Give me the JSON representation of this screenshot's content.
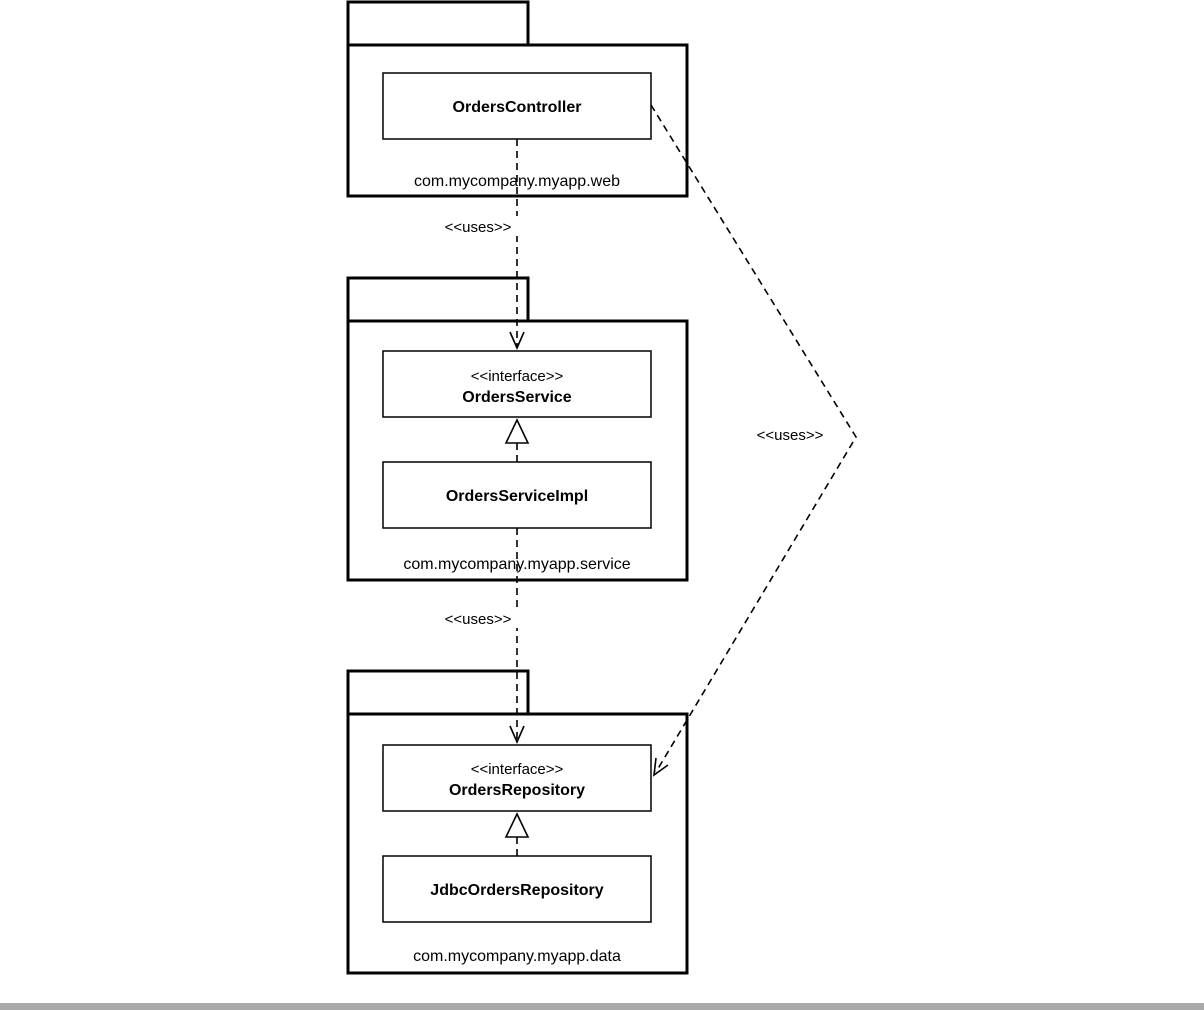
{
  "packages": {
    "web": {
      "name": "com.mycompany.myapp.web"
    },
    "service": {
      "name": "com.mycompany.myapp.service"
    },
    "data": {
      "name": "com.mycompany.myapp.data"
    }
  },
  "classes": {
    "orders_controller": {
      "name": "OrdersController"
    },
    "orders_service": {
      "stereotype": "<<interface>>",
      "name": "OrdersService"
    },
    "orders_service_impl": {
      "name": "OrdersServiceImpl"
    },
    "orders_repository": {
      "stereotype": "<<interface>>",
      "name": "OrdersRepository"
    },
    "jdbc_orders_repository": {
      "name": "JdbcOrdersRepository"
    }
  },
  "dependencies": {
    "web_to_service": {
      "label": "<<uses>>"
    },
    "service_to_data": {
      "label": "<<uses>>"
    },
    "controller_to_repository": {
      "label": "<<uses>>"
    }
  },
  "relations": [
    {
      "type": "uses",
      "from": "OrdersController",
      "to": "OrdersService"
    },
    {
      "type": "uses",
      "from": "OrdersServiceImpl",
      "to": "OrdersRepository"
    },
    {
      "type": "uses",
      "from": "OrdersController",
      "to": "OrdersRepository"
    },
    {
      "type": "realizes",
      "from": "OrdersServiceImpl",
      "to": "OrdersService"
    },
    {
      "type": "realizes",
      "from": "JdbcOrdersRepository",
      "to": "OrdersRepository"
    }
  ]
}
